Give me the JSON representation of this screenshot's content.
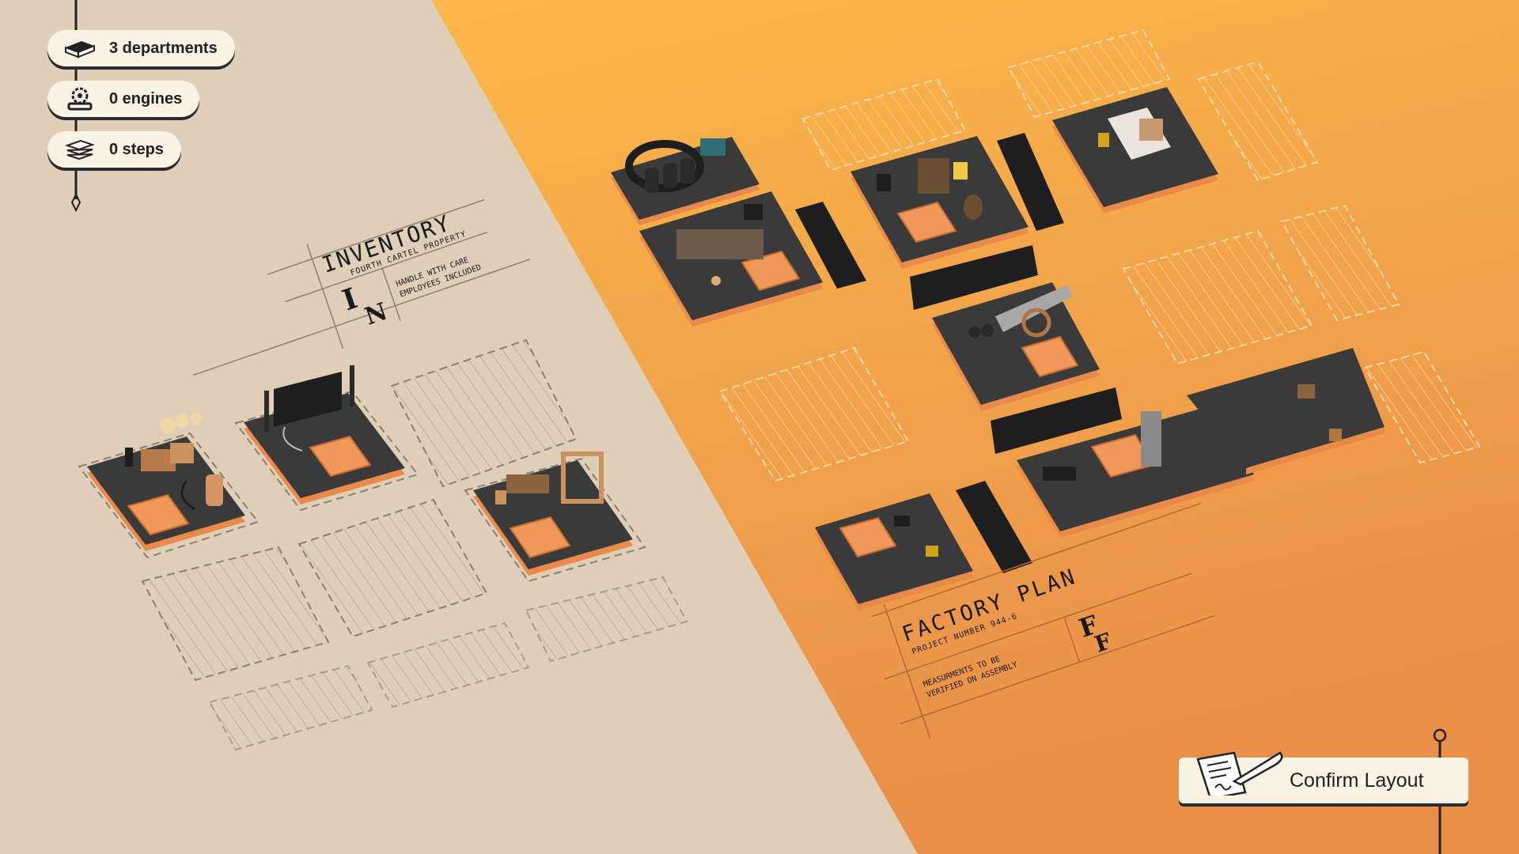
{
  "hud": {
    "stats": [
      {
        "label": "3 departments",
        "icon": "book-icon"
      },
      {
        "label": "0 engines",
        "icon": "gears-icon"
      },
      {
        "label": "0 steps",
        "icon": "stack-icon"
      }
    ]
  },
  "inventory": {
    "title": "INVENTORY",
    "subtitle": "FOURTH CARTEL PROPERTY",
    "note_line1": "HANDLE WITH CARE",
    "note_line2": "EMPLOYEES INCLUDED",
    "monogram_top": "I",
    "monogram_bottom": "N"
  },
  "factory_plan": {
    "title": "FACTORY PLAN",
    "subtitle": "PROJECT NUMBER 944-6",
    "note_line1": "MEASURMENTS TO BE",
    "note_line2": "VERIFIED ON ASSEMBLY",
    "monogram_top": "F",
    "monogram_bottom": "F"
  },
  "actions": {
    "confirm_label": "Confirm Layout"
  },
  "colors": {
    "inventory_bg": "#e0cfb8",
    "factory_bg_top": "#fbb548",
    "factory_bg_bottom": "#e9904a",
    "platform_dark": "#3a3a3a",
    "platform_orange": "#e98a4a",
    "pad_orange": "#f0985a"
  }
}
